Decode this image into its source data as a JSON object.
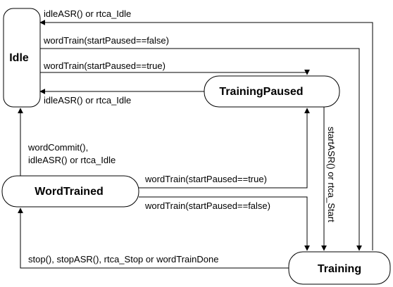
{
  "states": {
    "idle": "Idle",
    "training_paused": "TrainingPaused",
    "word_trained": "WordTrained",
    "training": "Training"
  },
  "transitions": {
    "training_to_idle": "idleASR() or rtca_Idle",
    "idle_to_training": "wordTrain(startPaused==false)",
    "idle_to_paused": "wordTrain(startPaused==true)",
    "paused_to_idle": "idleASR() or rtca_Idle",
    "paused_to_training": "startASR() or rtca_Start",
    "wordtrained_to_idle_line1": "wordCommit(),",
    "wordtrained_to_idle_line2": "idleASR() or rtca_Idle",
    "wordtrained_to_paused": "wordTrain(startPaused==true)",
    "wordtrained_to_training": "wordTrain(startPaused==false)",
    "training_to_wordtrained": "stop(), stopASR(), rtca_Stop or wordTrainDone"
  }
}
